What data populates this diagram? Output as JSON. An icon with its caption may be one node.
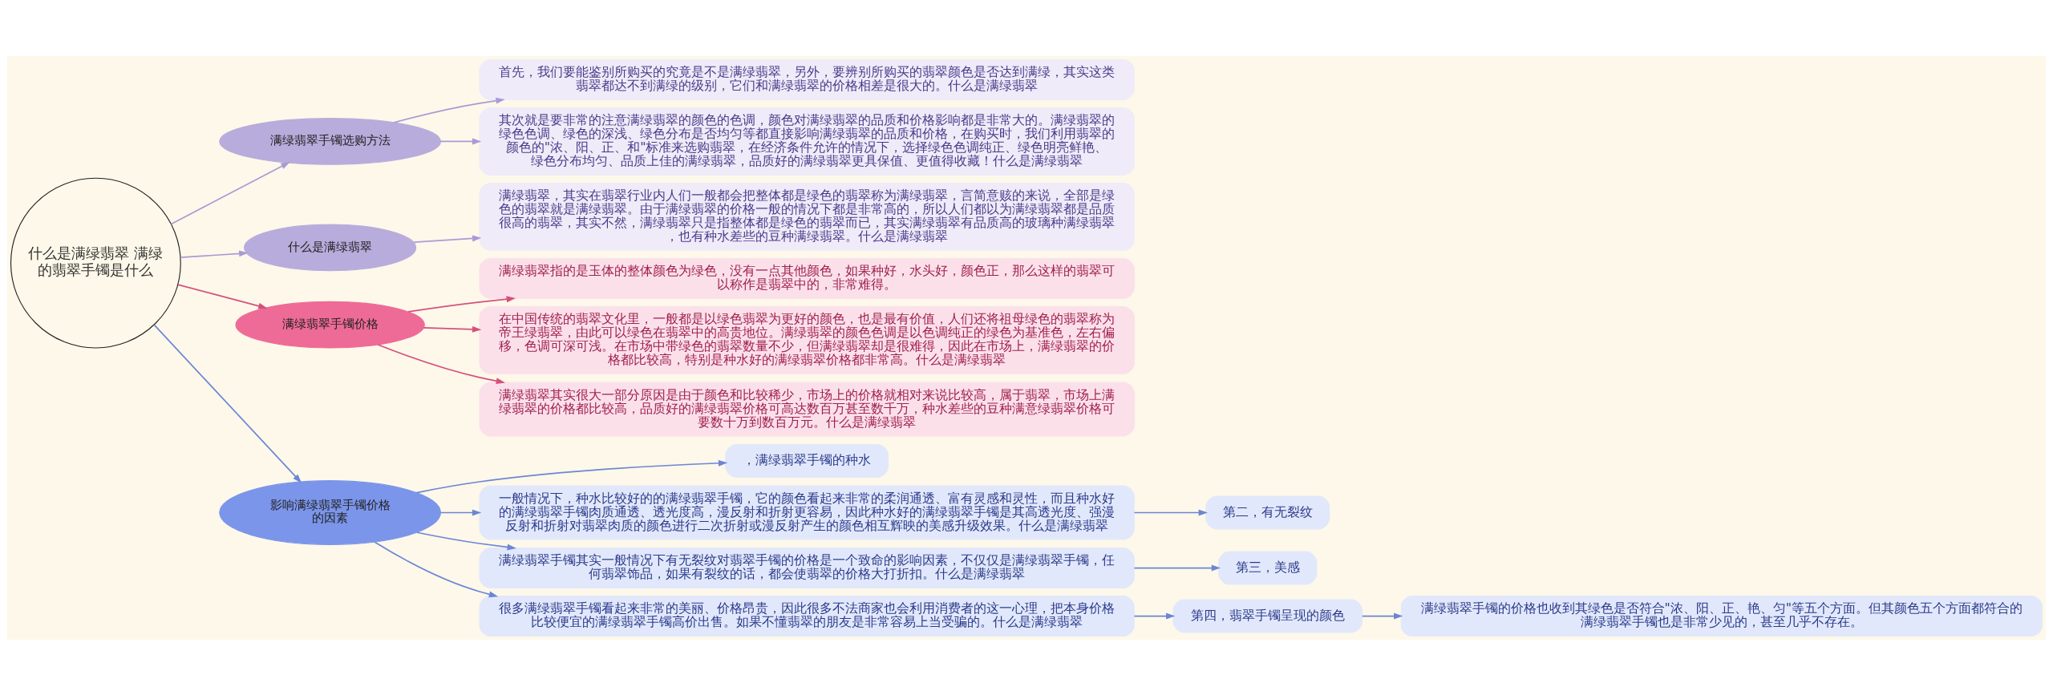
{
  "diagram": {
    "nodes": [
      {
        "text": [
          "什么是满绿翡翠 满绿的翡翠手镯是什么"
        ]
      },
      {
        "text": [
          "满绿翡翠手镯选购方法"
        ]
      },
      {
        "text": [
          "首先，我们要能鉴别所购买的究竟是不是满绿翡翠，另外，要辨别所购买的翡翠颜色是否达到满绿，其实这类翡翠都达不到满绿的级别，它们和满绿翡翠的价格相差是很大的。什么是满绿翡翠"
        ]
      },
      {
        "text": [
          "其次就是要非常的注意满绿翡翠的颜色的色调，颜色对满绿翡翠的品质和价格影响都是非常大的。满绿翡翠的绿色色调、绿色的深浅、绿色分布是否均匀等都直接影响满绿翡翠的品质和价格，在购买时，我们利用翡翠的颜色的\"浓、阳、正、和\"标准来选购翡翠，在经济条件允许的情况下，选择绿色色调纯正、绿色明亮鲜艳、绿色分布均匀、品质上佳的满绿翡翠，品质好的满绿翡翠更具保值、更值得收藏！什么是满绿翡翠"
        ]
      },
      {
        "text": [
          "什么是满绿翡翠"
        ]
      },
      {
        "text": [
          "满绿翡翠，其实在翡翠行业内人们一般都会把整体都是绿色的翡翠称为满绿翡翠，言简意赅的来说，全部是绿色的翡翠就是满绿翡翠。由于满绿翡翠的价格一般的情况下都是非常高的，所以人们都以为满绿翡翠都是品质很高的翡翠，其实不然，满绿翡翠只是指整体都是绿色的翡翠而已，其实满绿翡翠有品质高的玻璃种满绿翡翠，也有种水差些的豆种满绿翡翠。什么是满绿翡翠"
        ]
      },
      {
        "text": [
          "满绿翡翠手镯价格"
        ]
      },
      {
        "text": [
          "满绿翡翠指的是玉体的整体颜色为绿色，没有一点其他颜色，如果种好，水头好，颜色正，那么这样的翡翠可以称作是翡翠中的，非常难得。"
        ]
      },
      {
        "text": [
          "在中国传统的翡翠文化里，一般都是以绿色翡翠为更好的颜色，也是最有价值，人们还将祖母绿色的翡翠称为帝王绿翡翠，由此可以绿色在翡翠中的高贵地位。满绿翡翠的颜色色调是以色调纯正的绿色为基准色，左右偏移，色调可深可浅。在市场中带绿色的翡翠数量不少，但满绿翡翠却是很难得，因此在市场上，满绿翡翠的价格都比较高，特别是种水好的满绿翡翠价格都非常高。什么是满绿翡翠"
        ]
      },
      {
        "text": [
          "满绿翡翠其实很大一部分原因是由于颜色和比较稀少，市场上的价格就相对来说比较高，属于翡翠，市场上满绿翡翠的价格都比较高，品质好的满绿翡翠价格可高达数百万甚至数千万，种水差些的豆种满意绿翡翠价格可要数十万到数百万元。什么是满绿翡翠"
        ]
      },
      {
        "text": [
          "影响满绿翡翠手镯价格的因素"
        ]
      },
      {
        "text": [
          "，满绿翡翠手镯的种水"
        ]
      },
      {
        "text": [
          "一般情况下，种水比较好的的满绿翡翠手镯，它的颜色看起来非常的柔润通透、富有灵感和灵性，而且种水好的满绿翡翠手镯肉质通透、透光度高，漫反射和折射更容易，因此种水好的满绿翡翠手镯是其高透光度、强漫反射和折射对翡翠肉质的颜色进行二次折射或漫反射产生的颜色相互辉映的美感升级效果。什么是满绿翡翠"
        ]
      },
      {
        "text": [
          "第二，有无裂纹"
        ]
      },
      {
        "text": [
          "满绿翡翠手镯其实一般情况下有无裂纹对翡翠手镯的价格是一个致命的影响因素，不仅仅是满绿翡翠手镯，任何翡翠饰品，如果有裂纹的话，都会使翡翠的价格大打折扣。什么是满绿翡翠"
        ]
      },
      {
        "text": [
          "第三，美感"
        ]
      },
      {
        "text": [
          "很多满绿翡翠手镯看起来非常的美丽、价格昂贵，因此很多不法商家也会利用消费者的这一心理，把本身价格比较便宜的满绿翡翠手镯高价出售。如果不懂翡翠的朋友是非常容易上当受骗的。什么是满绿翡翠"
        ]
      },
      {
        "text": [
          "第四，翡翠手镯呈现的颜色"
        ]
      },
      {
        "text": [
          "满绿翡翠手镯的价格也收到其绿色是否符合\"浓、阳、正、艳、匀\"等五个方面。但其颜色五个方面都符合的满绿翡翠手镯也是非常少见的，甚至几乎不存在。"
        ]
      }
    ],
    "edges": [
      {
        "from": 0,
        "to": 1,
        "arrow": "to",
        "color": "#a99bd6"
      },
      {
        "from": 1,
        "to": 2,
        "arrow": "to",
        "color": "#a99bd6"
      },
      {
        "from": 1,
        "to": 3,
        "arrow": "to",
        "color": "#a99bd6"
      },
      {
        "from": 0,
        "to": 4,
        "arrow": "to",
        "color": "#a99bd6"
      },
      {
        "from": 4,
        "to": 5,
        "arrow": "to",
        "color": "#a99bd6"
      },
      {
        "from": 0,
        "to": 6,
        "arrow": "to",
        "color": "#d6507e"
      },
      {
        "from": 6,
        "to": 7,
        "arrow": "to",
        "color": "#d6507e"
      },
      {
        "from": 6,
        "to": 8,
        "arrow": "to",
        "color": "#d6507e"
      },
      {
        "from": 6,
        "to": 9,
        "arrow": "to",
        "color": "#d6507e"
      },
      {
        "from": 0,
        "to": 10,
        "arrow": "to"
      },
      {
        "from": 10,
        "to": 11,
        "arrow": "to"
      },
      {
        "from": 10,
        "to": 12,
        "arrow": "to"
      },
      {
        "from": 10,
        "to": 14,
        "arrow": "to"
      },
      {
        "from": 10,
        "to": 16,
        "arrow": "to"
      },
      {
        "from": 12,
        "to": 13,
        "arrow": "to"
      },
      {
        "from": 14,
        "to": 15,
        "arrow": "to"
      },
      {
        "from": 16,
        "to": 17,
        "arrow": "to"
      },
      {
        "from": 17,
        "to": 18,
        "arrow": "to"
      }
    ]
  }
}
